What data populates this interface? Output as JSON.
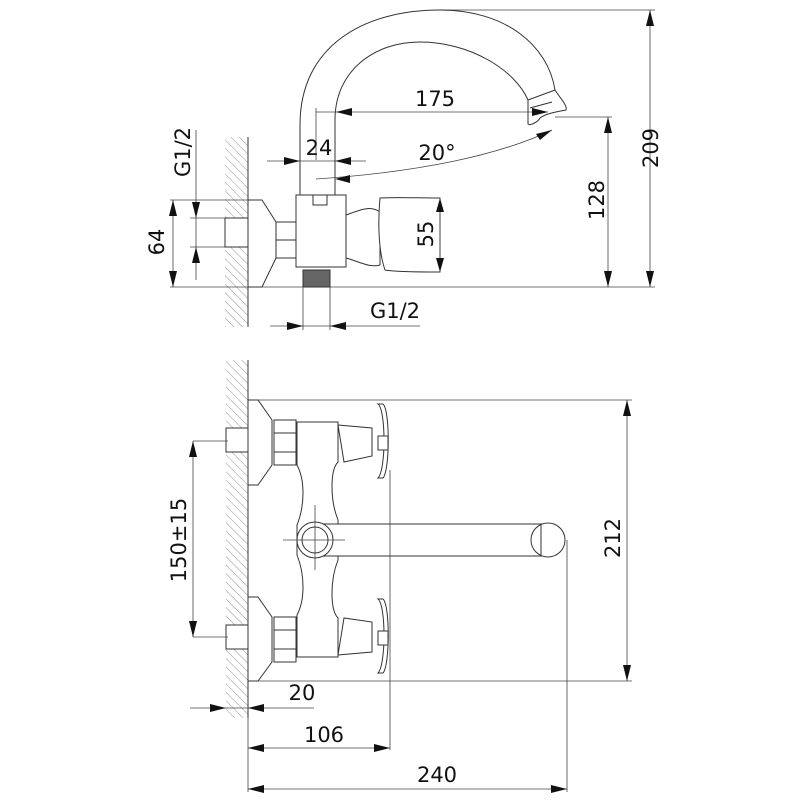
{
  "title": "Wall-mounted faucet technical drawing",
  "side_view": {
    "dimensions": {
      "spout_height_total": "209",
      "spout_outlet_height": "128",
      "spout_reach": "175",
      "spout_diameter": "24",
      "swivel_angle": "20°",
      "flange_diameter": "64",
      "inlet_thread_left": "G1/2",
      "handle_height": "55",
      "outlet_thread_bottom": "G1/2"
    }
  },
  "front_view": {
    "dimensions": {
      "inlet_spacing": "150±15",
      "overall_height": "212",
      "wall_offset": "20",
      "handle_depth": "106",
      "overall_reach": "240"
    }
  }
}
